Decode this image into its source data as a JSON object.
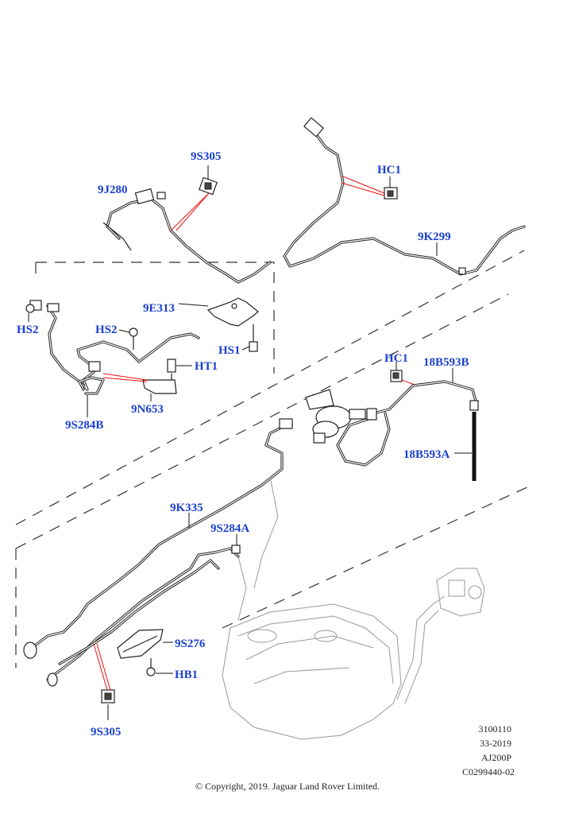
{
  "labels": {
    "l_9s305_top": "9S305",
    "l_9j280": "9J280",
    "l_hc1_top": "HC1",
    "l_9k299": "9K299",
    "l_9e313": "9E313",
    "l_hs2_left": "HS2",
    "l_hs2_mid": "HS2",
    "l_hs1": "HS1",
    "l_ht1": "HT1",
    "l_9n653": "9N653",
    "l_9s284b": "9S284B",
    "l_hc1_mid": "HC1",
    "l_18b593b": "18B593B",
    "l_18b593a": "18B593A",
    "l_9k335": "9K335",
    "l_9s284a": "9S284A",
    "l_9s276": "9S276",
    "l_hb1": "HB1",
    "l_9s305_bottom": "9S305"
  },
  "meta": {
    "code1": "3100110",
    "code2": "33-2019",
    "code3": "AJ200P",
    "code4": "C0299440-02"
  },
  "copyright": "© Copyright, 2019. Jaguar Land Rover Limited.",
  "colors": {
    "label": "#1a3fd1",
    "leader_red": "#e11111",
    "line": "#222222"
  }
}
